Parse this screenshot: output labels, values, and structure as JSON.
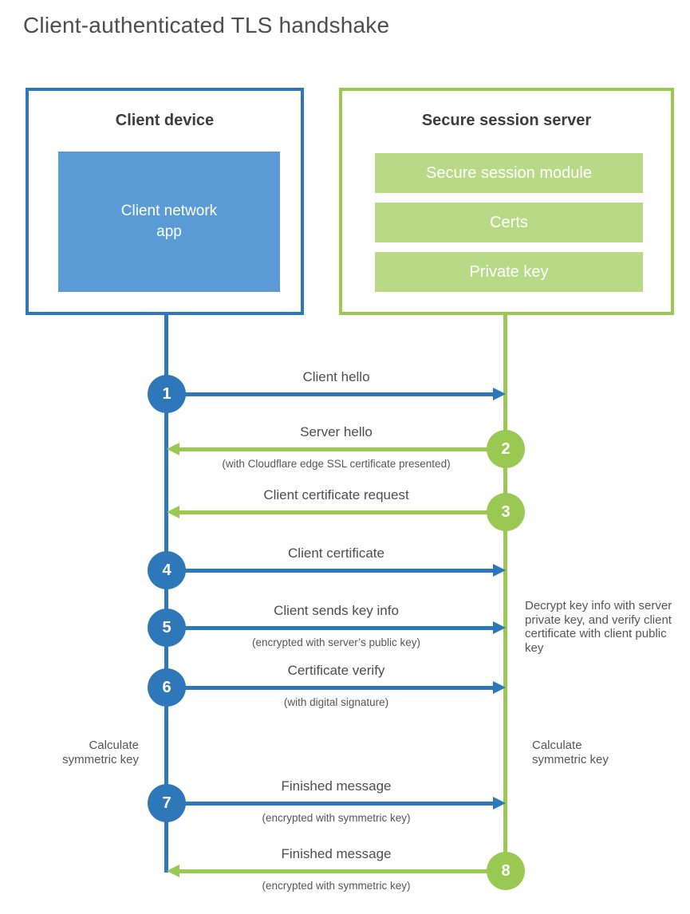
{
  "title": "Client-authenticated TLS handshake",
  "colors": {
    "blue": "#2e77b8",
    "blue_fill": "#5b9bd5",
    "green": "#99c952",
    "green_fill": "#b8d985"
  },
  "client_box": {
    "title": "Client device",
    "app_label": "Client network\napp"
  },
  "server_box": {
    "title": "Secure session server",
    "modules": [
      "Secure session module",
      "Certs",
      "Private key"
    ]
  },
  "steps": [
    {
      "num": "1",
      "label": "Client hello",
      "sublabel": "",
      "from": "client",
      "to": "server"
    },
    {
      "num": "2",
      "label": "Server hello",
      "sublabel": "(with Cloudflare edge SSL certificate presented)",
      "from": "server",
      "to": "client"
    },
    {
      "num": "3",
      "label": "Client certificate request",
      "sublabel": "",
      "from": "server",
      "to": "client"
    },
    {
      "num": "4",
      "label": "Client certificate",
      "sublabel": "",
      "from": "client",
      "to": "server"
    },
    {
      "num": "5",
      "label": "Client sends key info",
      "sublabel": "(encrypted with server’s public key)",
      "from": "client",
      "to": "server"
    },
    {
      "num": "6",
      "label": "Certificate verify",
      "sublabel": "(with digital signature)",
      "from": "client",
      "to": "server"
    },
    {
      "num": "7",
      "label": "Finished message",
      "sublabel": "(encrypted with symmetric key)",
      "from": "client",
      "to": "server"
    },
    {
      "num": "8",
      "label": "Finished message",
      "sublabel": "(encrypted with symmetric key)",
      "from": "server",
      "to": "client"
    }
  ],
  "notes": {
    "decrypt": "Decrypt key info with server private key, and verify client certificate with client public key",
    "calc_left": "Calculate symmetric key",
    "calc_right": "Calculate symmetric key"
  }
}
